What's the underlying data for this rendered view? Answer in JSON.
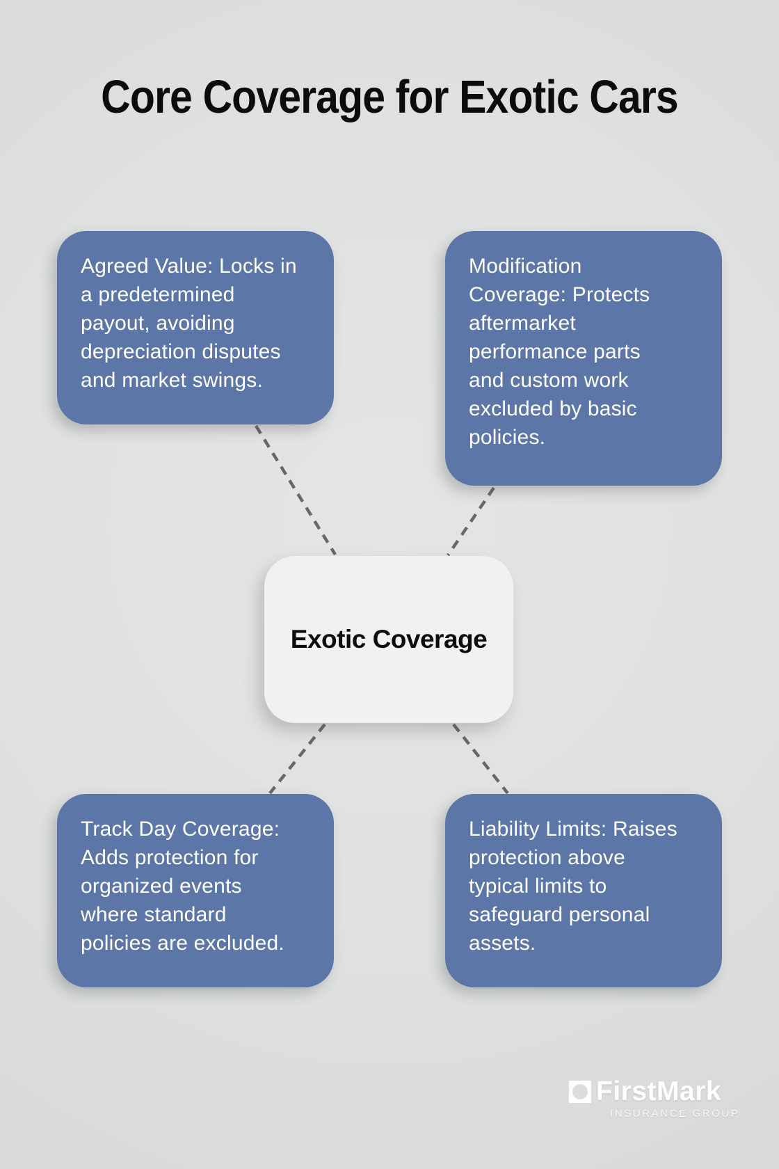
{
  "title": "Core Coverage for Exotic Cars",
  "center_node": {
    "label": "Exotic Coverage"
  },
  "nodes": [
    {
      "id": "agreed-value",
      "text": "Agreed Value: Locks in\na predetermined\npayout, avoiding\ndepreciation disputes\nand market swings."
    },
    {
      "id": "modification-coverage",
      "text": "Modification\nCoverage: Protects\naftermarket\nperformance parts\nand custom work\nexcluded by basic\npolicies."
    },
    {
      "id": "track-day-coverage",
      "text": "Track Day Coverage:\nAdds protection for\norganized events\nwhere standard\npolicies are excluded."
    },
    {
      "id": "liability-limits",
      "text": "Liability Limits: Raises\nprotection above\ntypical limits to\nsafeguard personal\nassets."
    }
  ],
  "logo": {
    "name": "FirstMark",
    "tagline": "INSURANCE GROUP"
  },
  "colors": {
    "background": "#dfe1e0",
    "node_fill": "#5c76a8",
    "node_text": "#ffffff",
    "center_fill": "#f0f1f2",
    "center_text": "#0d0d0d",
    "connector": "#686868",
    "title_text": "#0c0c0c",
    "logo_text": "#ffffff"
  }
}
